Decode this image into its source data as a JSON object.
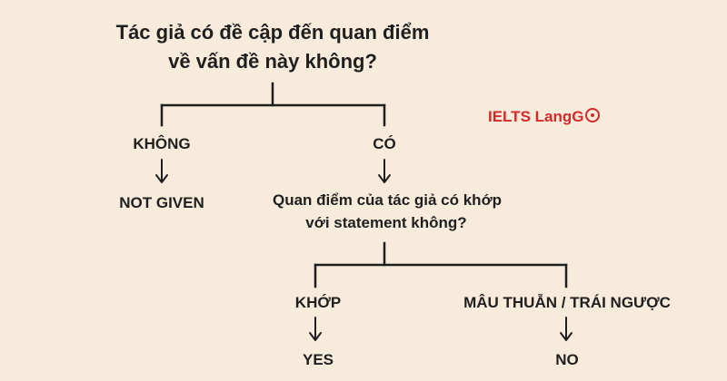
{
  "question_1": {
    "line_1": "Tác giả có đề cập đến quan điểm",
    "line_2": "về vấn đề này không?"
  },
  "branch_no": {
    "label": "KHÔNG",
    "result": "NOT GIVEN"
  },
  "branch_yes": {
    "label": "CÓ"
  },
  "question_2": {
    "line_1": "Quan điểm của tác giả có khớp",
    "line_2": "với statement không?"
  },
  "branch_match": {
    "label": "KHỚP",
    "result": "YES"
  },
  "branch_contradict": {
    "label": "MÂU THUẪN / TRÁI NGƯỢC",
    "result": "NO"
  },
  "brand": {
    "part_1": "IELTS",
    "part_2": "LangG"
  },
  "colors": {
    "background": "#f7ecdc",
    "text": "#1f1f1f",
    "brand": "#d42a2a"
  }
}
